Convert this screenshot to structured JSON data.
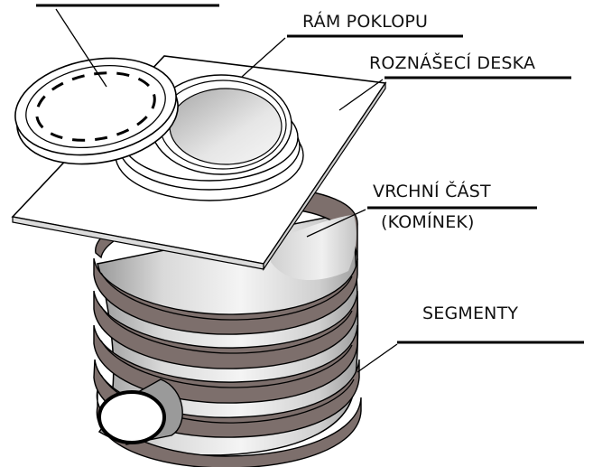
{
  "labels": {
    "ram_poklopu": "RÁM POKLOPU",
    "roznaseci_deska": "ROZNÁŠECÍ DESKA",
    "vrchni_cast": "VRCHNÍ ČÁST",
    "kominek": "(KOMÍNEK)",
    "segmenty": "SEGMENTY"
  },
  "colors": {
    "segment_band": "#7d6f6c",
    "segment_band_dark": "#5f5451",
    "body_light": "#f2f2f2",
    "body_shadow": "#b8b8b8",
    "outline": "#000000"
  }
}
